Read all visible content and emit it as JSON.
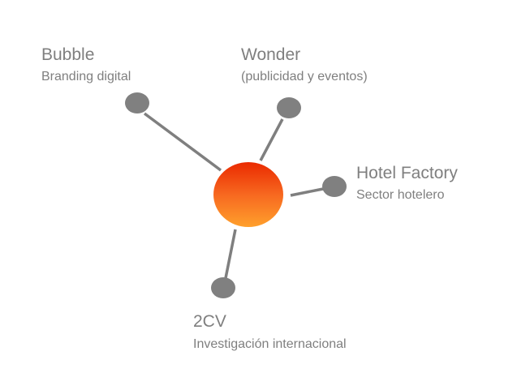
{
  "colors": {
    "line": "#7f7f7f",
    "node": "#808080",
    "hub_top": "#ea2a00",
    "hub_bottom": "#ffa02c",
    "text": "#7f7f7f"
  },
  "nodes": [
    {
      "title": "Bubble",
      "subtitle": "Branding digital"
    },
    {
      "title": "Wonder",
      "subtitle": "(publicidad y eventos)"
    },
    {
      "title": "Hotel Factory",
      "subtitle": "Sector hotelero"
    },
    {
      "title": "2CV",
      "subtitle": "Investigación internacional"
    }
  ]
}
